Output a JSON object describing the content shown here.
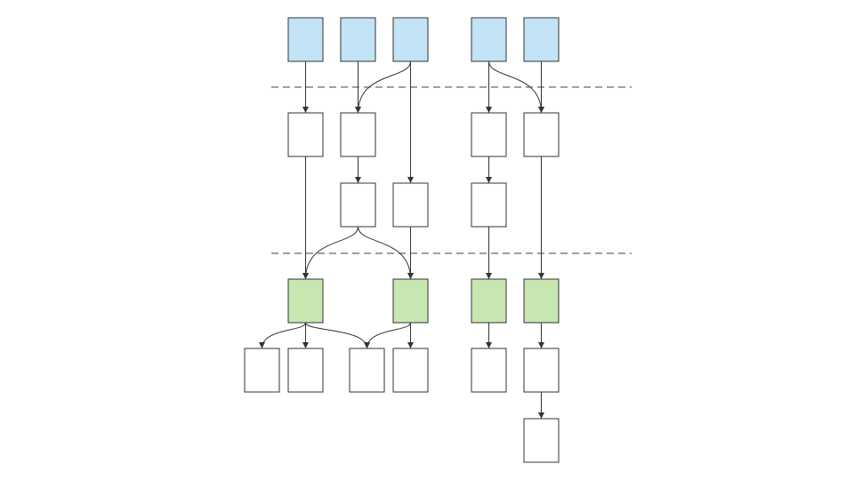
{
  "colors": {
    "input": "#c3e3f6",
    "intermediate": "#ffffff",
    "output_stage": "#c8e6b0",
    "result": "#ffffff",
    "stroke": "#333333",
    "divider": "#666666"
  },
  "stages": [
    "input",
    "intermediate",
    "output_stage",
    "result"
  ],
  "nodes": [
    {
      "id": "in1",
      "kind": "input"
    },
    {
      "id": "in2",
      "kind": "input"
    },
    {
      "id": "in3",
      "kind": "input"
    },
    {
      "id": "in4",
      "kind": "input"
    },
    {
      "id": "in5",
      "kind": "input"
    },
    {
      "id": "m1",
      "kind": "intermediate"
    },
    {
      "id": "m2",
      "kind": "intermediate"
    },
    {
      "id": "m4",
      "kind": "intermediate"
    },
    {
      "id": "m5",
      "kind": "intermediate"
    },
    {
      "id": "m2b",
      "kind": "intermediate"
    },
    {
      "id": "m3b",
      "kind": "intermediate"
    },
    {
      "id": "m4b",
      "kind": "intermediate"
    },
    {
      "id": "g1",
      "kind": "output_stage"
    },
    {
      "id": "g3",
      "kind": "output_stage"
    },
    {
      "id": "g4",
      "kind": "output_stage"
    },
    {
      "id": "g5",
      "kind": "output_stage"
    },
    {
      "id": "r1",
      "kind": "result"
    },
    {
      "id": "r2",
      "kind": "result"
    },
    {
      "id": "r3",
      "kind": "result"
    },
    {
      "id": "r4",
      "kind": "result"
    },
    {
      "id": "r5",
      "kind": "result"
    },
    {
      "id": "r6",
      "kind": "result"
    },
    {
      "id": "r7",
      "kind": "result"
    }
  ],
  "edges": [
    {
      "from": "in1",
      "to": "m1"
    },
    {
      "from": "in2",
      "to": "m2"
    },
    {
      "from": "in3",
      "to": "m2"
    },
    {
      "from": "in3",
      "to": "m3b"
    },
    {
      "from": "in4",
      "to": "m4"
    },
    {
      "from": "in4",
      "to": "m5"
    },
    {
      "from": "in5",
      "to": "m5"
    },
    {
      "from": "m2",
      "to": "m2b"
    },
    {
      "from": "m4",
      "to": "m4b"
    },
    {
      "from": "m1",
      "to": "g1"
    },
    {
      "from": "m2b",
      "to": "g1"
    },
    {
      "from": "m2b",
      "to": "g3"
    },
    {
      "from": "m3b",
      "to": "g3"
    },
    {
      "from": "m4b",
      "to": "g4"
    },
    {
      "from": "m5",
      "to": "g5"
    },
    {
      "from": "g1",
      "to": "r1"
    },
    {
      "from": "g1",
      "to": "r2"
    },
    {
      "from": "g1",
      "to": "r3"
    },
    {
      "from": "g3",
      "to": "r3"
    },
    {
      "from": "g3",
      "to": "r4"
    },
    {
      "from": "g4",
      "to": "r5"
    },
    {
      "from": "g5",
      "to": "r6"
    },
    {
      "from": "r6",
      "to": "r7"
    }
  ],
  "dividers": [
    {
      "id": "divider-upper",
      "between": [
        "input",
        "intermediate"
      ]
    },
    {
      "id": "divider-lower",
      "between": [
        "intermediate",
        "output_stage"
      ]
    }
  ]
}
